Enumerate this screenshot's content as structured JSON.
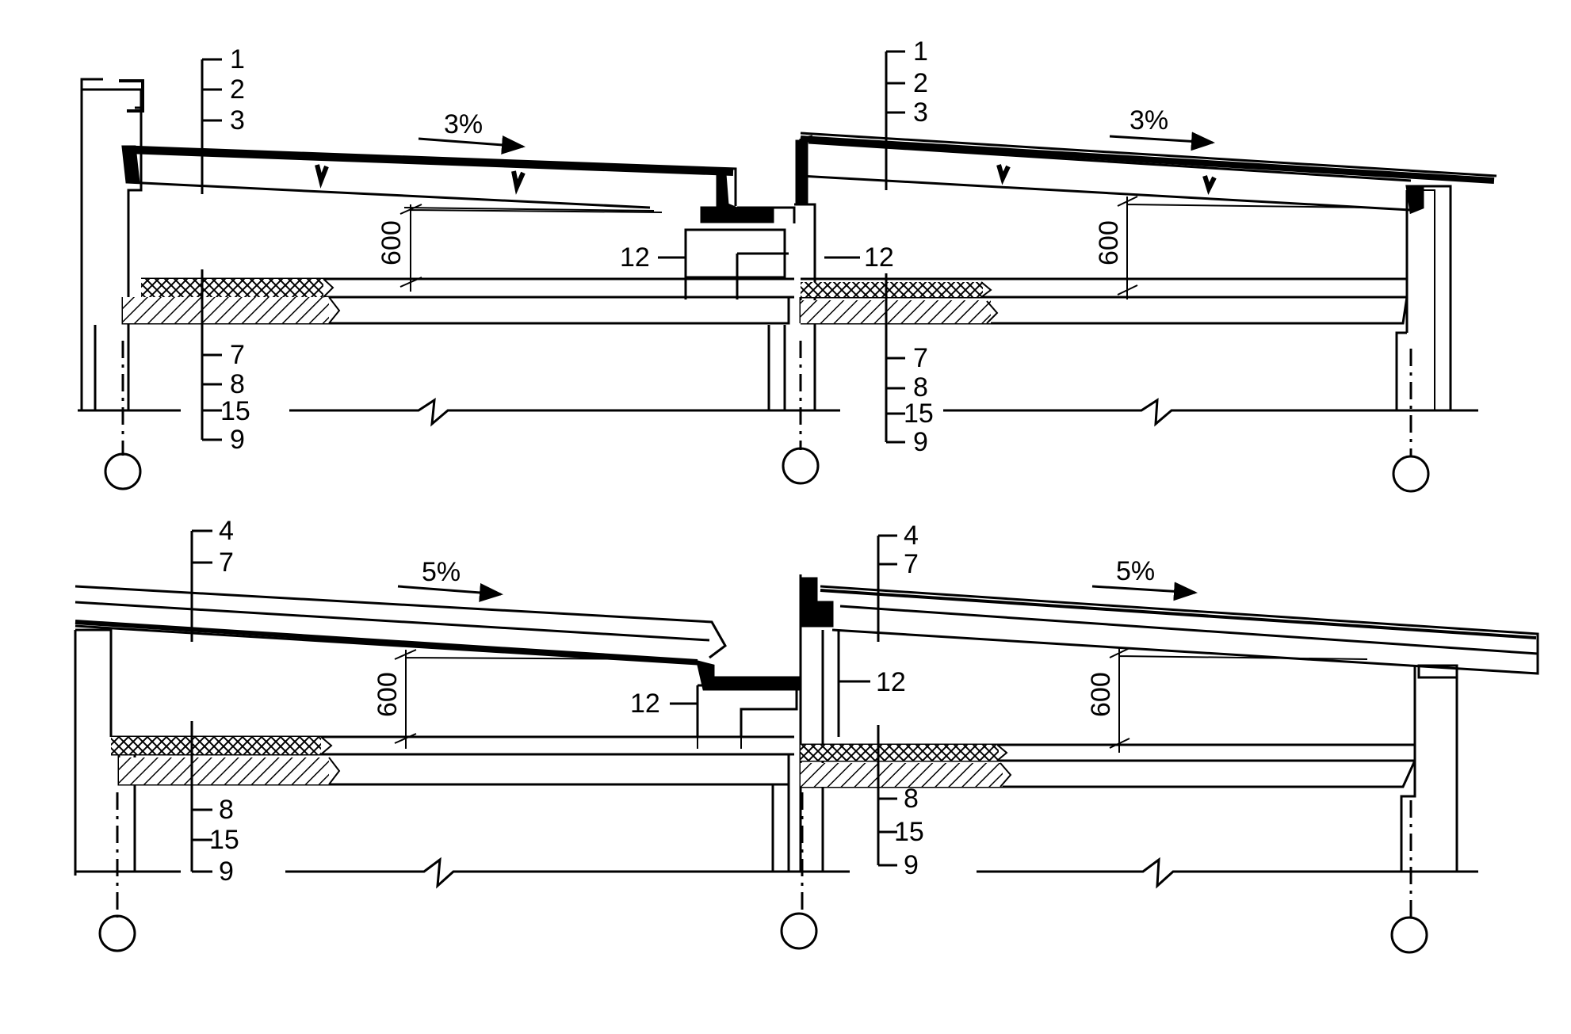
{
  "top": {
    "left": {
      "upper_labels": [
        "1",
        "2",
        "3"
      ],
      "lower_labels": [
        "7",
        "8",
        "15",
        "9"
      ],
      "slope": "3%",
      "dimension": "600",
      "detail_label": "12"
    },
    "right": {
      "upper_labels": [
        "1",
        "2",
        "3"
      ],
      "lower_labels": [
        "7",
        "8",
        "15",
        "9"
      ],
      "slope": "3%",
      "dimension": "600",
      "detail_label": "12"
    }
  },
  "bottom": {
    "left": {
      "upper_labels": [
        "4",
        "7"
      ],
      "lower_labels": [
        "8",
        "15",
        "9"
      ],
      "slope": "5%",
      "dimension": "600",
      "detail_label": "12"
    },
    "right": {
      "upper_labels": [
        "4",
        "7"
      ],
      "lower_labels": [
        "8",
        "15",
        "9"
      ],
      "slope": "5%",
      "dimension": "600",
      "detail_label": "12"
    }
  },
  "colors": {
    "ink": "#000000",
    "paper": "#ffffff"
  }
}
